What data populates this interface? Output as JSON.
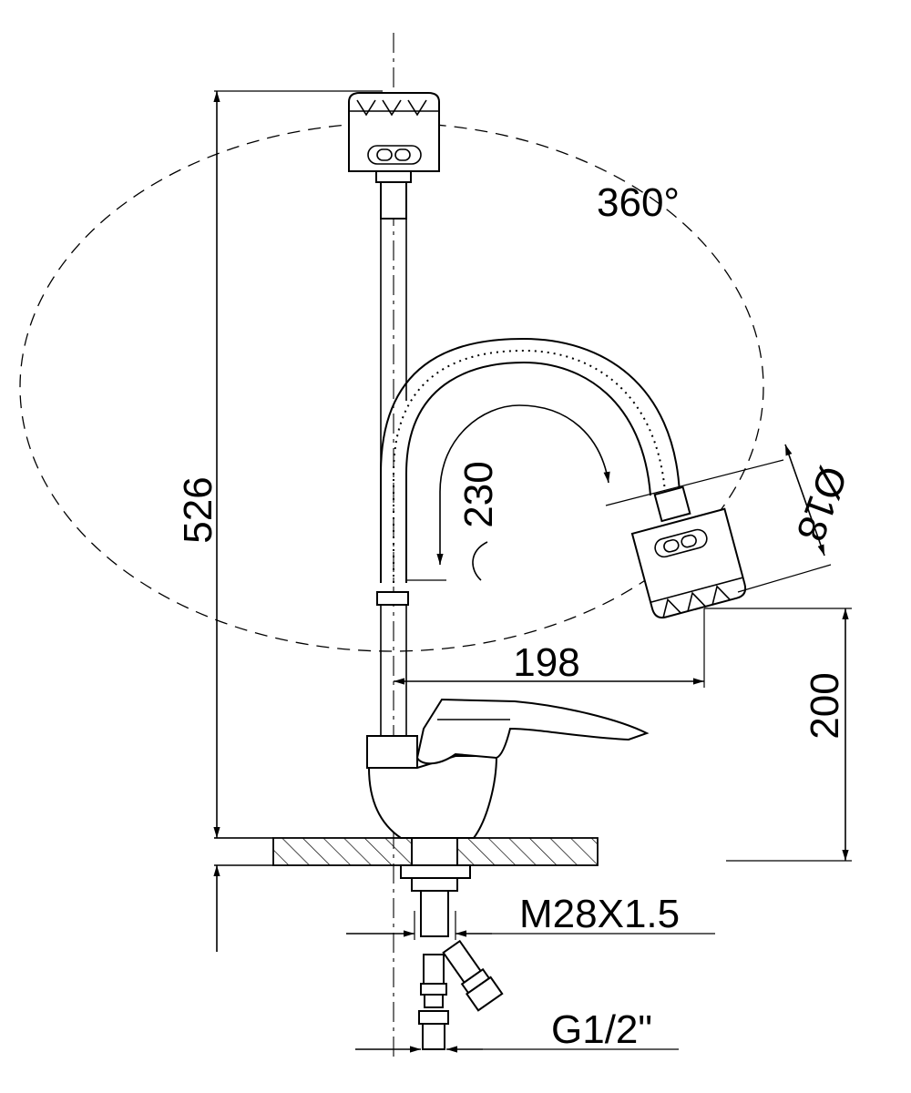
{
  "dimensions": {
    "height_total": "526",
    "rotation": "360°",
    "bend_radius": "230",
    "spray_diameter": "Ø18",
    "reach": "198",
    "spout_height": "200",
    "thread_mount": "M28X1.5",
    "thread_inlet": "G1/2\""
  }
}
